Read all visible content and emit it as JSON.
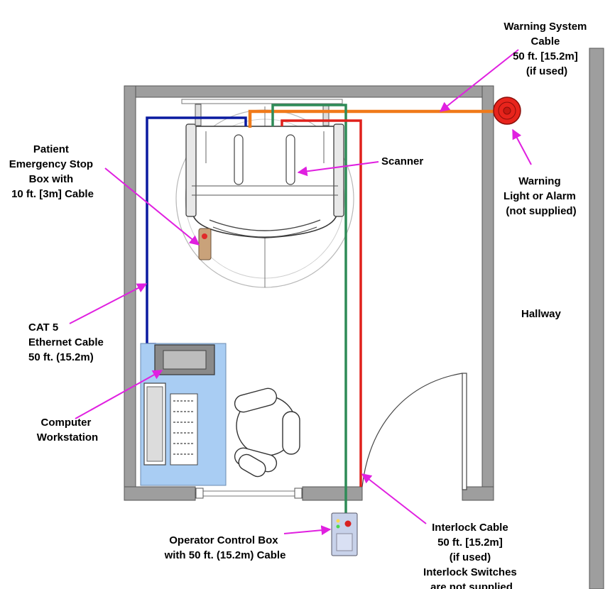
{
  "labels": {
    "warning_cable": [
      "Warning System",
      "Cable",
      "50 ft. [15.2m]",
      "(if used)"
    ],
    "estop": [
      "Patient",
      "Emergency Stop",
      "Box with",
      "10 ft. [3m] Cable"
    ],
    "scanner": "Scanner",
    "warning_light": [
      "Warning",
      "Light or Alarm",
      "(not supplied)"
    ],
    "hallway": "Hallway",
    "ethernet": [
      "CAT 5",
      "Ethernet Cable",
      "50 ft. (15.2m)"
    ],
    "workstation": [
      "Computer",
      "Workstation"
    ],
    "operator_box": [
      "Operator Control Box",
      "with 50 ft. (15.2m) Cable"
    ],
    "interlock": [
      "Interlock Cable",
      "50 ft. [15.2m]",
      "(if used)",
      "Interlock Switches",
      "are not supplied"
    ]
  },
  "colors": {
    "ethernet_cable": "#0a1aa0",
    "warning_cable": "#f07a1a",
    "operator_cable": "#2e8b57",
    "interlock_cable": "#e0201c",
    "arrow": "#e020e0",
    "wall": "#9e9e9e",
    "desk": "#a9cdf3",
    "alarm": "#e8241c"
  }
}
